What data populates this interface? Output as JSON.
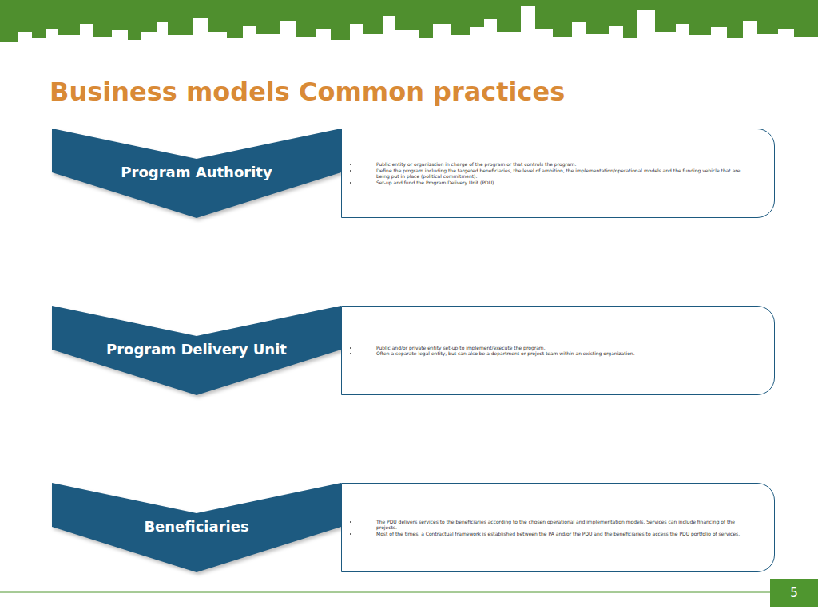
{
  "diagram": {
    "title": "Business models Common practices",
    "nodes": [
      {
        "text": [
          "Program Authority"
        ]
      },
      {
        "text": [
          "Public entity or organization in charge of the program or that controls the program.",
          "Define the program including the targeted beneficiaries, the level of ambition, the implementation/operational models and the funding vehicle that are being put in place (political commitment).",
          "Set-up and fund the Program Delivery Unit (PDU)."
        ]
      },
      {
        "text": [
          "Program Delivery Unit"
        ]
      },
      {
        "text": [
          "Public and/or private entity set-up to implement/execute the program.",
          "Often a separate legal entity, but can also be a department or project team within an existing organization."
        ]
      },
      {
        "text": [
          "Beneficiaries"
        ]
      },
      {
        "text": [
          "The PDU delivers services to the beneficiaries according to the chosen operational and implementation models. Services can include financing of the projects.",
          "Most of the times, a Contractual framework is established between the PA and/or the PDU and the beneficiaries to access the PDU portfolio of services."
        ]
      }
    ],
    "labels": [
      "5"
    ]
  }
}
